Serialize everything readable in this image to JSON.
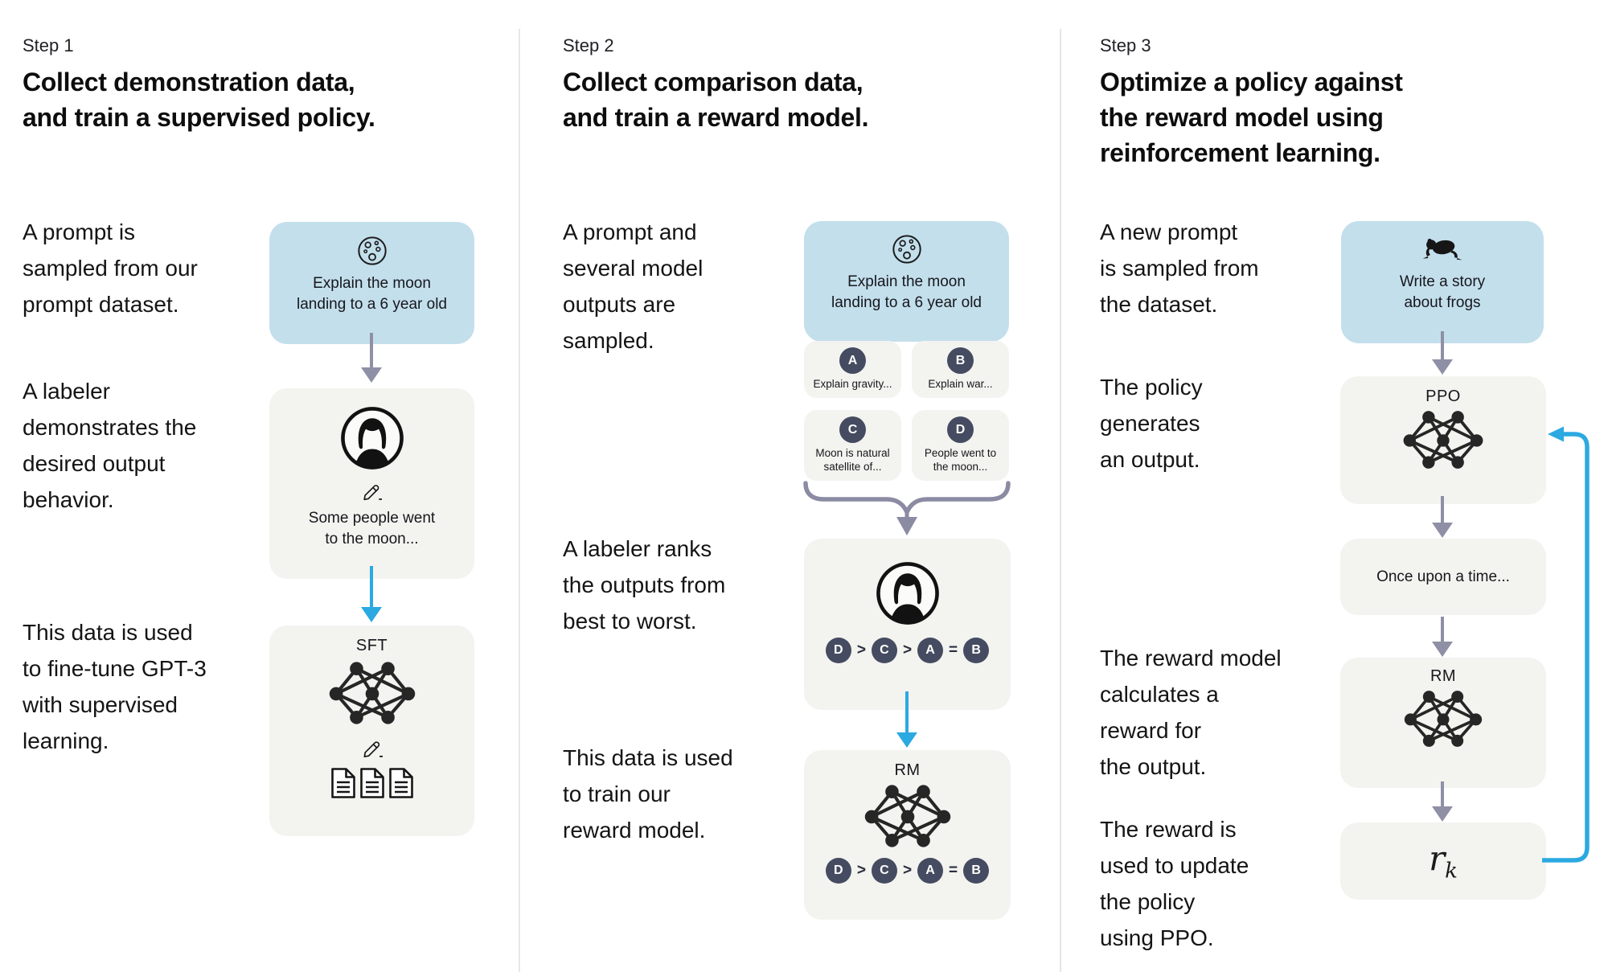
{
  "colors": {
    "prompt_box_blue": "#c3dfec",
    "node_box_gray": "#f3f3ef",
    "badge_navy": "#454b60",
    "arrow_gray": "#8f8fa6",
    "arrow_blue": "#2ba9e1",
    "text_black": "#141414",
    "separator_gray": "#e6e6e4"
  },
  "step1": {
    "label": "Step 1",
    "title": "Collect demonstration data,\nand train a supervised policy.",
    "captions": [
      "A prompt is\nsampled from our\nprompt dataset.",
      "A labeler\ndemonstrates the\ndesired output\nbehavior.",
      "This data is used\nto fine-tune GPT-3\nwith supervised\nlearning."
    ],
    "prompt_box": {
      "icon": "moon-icon",
      "text": "Explain the moon\nlanding to a 6 year old"
    },
    "labeler_box": {
      "icons": [
        "labeler-icon",
        "pencil-icon"
      ],
      "text": "Some people went\nto the moon..."
    },
    "model_box": {
      "label": "SFT",
      "icons": [
        "network-icon",
        "pencil-icon",
        "documents-icon"
      ]
    }
  },
  "step2": {
    "label": "Step 2",
    "title": "Collect comparison data,\nand train a reward model.",
    "captions": [
      "A prompt and\nseveral model\noutputs are\nsampled.",
      "A labeler ranks\nthe outputs from\nbest to worst.",
      "This data is used\nto train our\nreward model."
    ],
    "prompt_box": {
      "icon": "moon-icon",
      "text": "Explain the moon\nlanding to a 6 year old"
    },
    "outputs": [
      {
        "badge": "A",
        "text": "Explain gravity..."
      },
      {
        "badge": "B",
        "text": "Explain war..."
      },
      {
        "badge": "C",
        "text": "Moon is natural\nsatellite of..."
      },
      {
        "badge": "D",
        "text": "People went to\nthe moon..."
      }
    ],
    "ranking": {
      "b1": "D",
      "op1": ">",
      "b2": "C",
      "op2": ">",
      "b3": "A",
      "op3": "=",
      "b4": "B"
    },
    "model_box": {
      "label": "RM",
      "icons": [
        "network-icon"
      ]
    }
  },
  "step3": {
    "label": "Step 3",
    "title": "Optimize a policy against\nthe reward model using\nreinforcement learning.",
    "captions": [
      "A new prompt\nis sampled from\nthe dataset.",
      "The policy\ngenerates\nan output.",
      "The reward model\ncalculates a\nreward for\nthe output.",
      "The reward is\nused to update\nthe policy\nusing PPO."
    ],
    "prompt_box": {
      "icon": "frog-icon",
      "text": "Write a story\nabout frogs"
    },
    "policy_box": {
      "label": "PPO",
      "icons": [
        "network-icon"
      ]
    },
    "output_box": {
      "text": "Once upon a time..."
    },
    "reward_model_box": {
      "label": "RM",
      "icons": [
        "network-icon"
      ]
    },
    "reward_box": {
      "symbol": "r",
      "subscript": "k"
    }
  }
}
